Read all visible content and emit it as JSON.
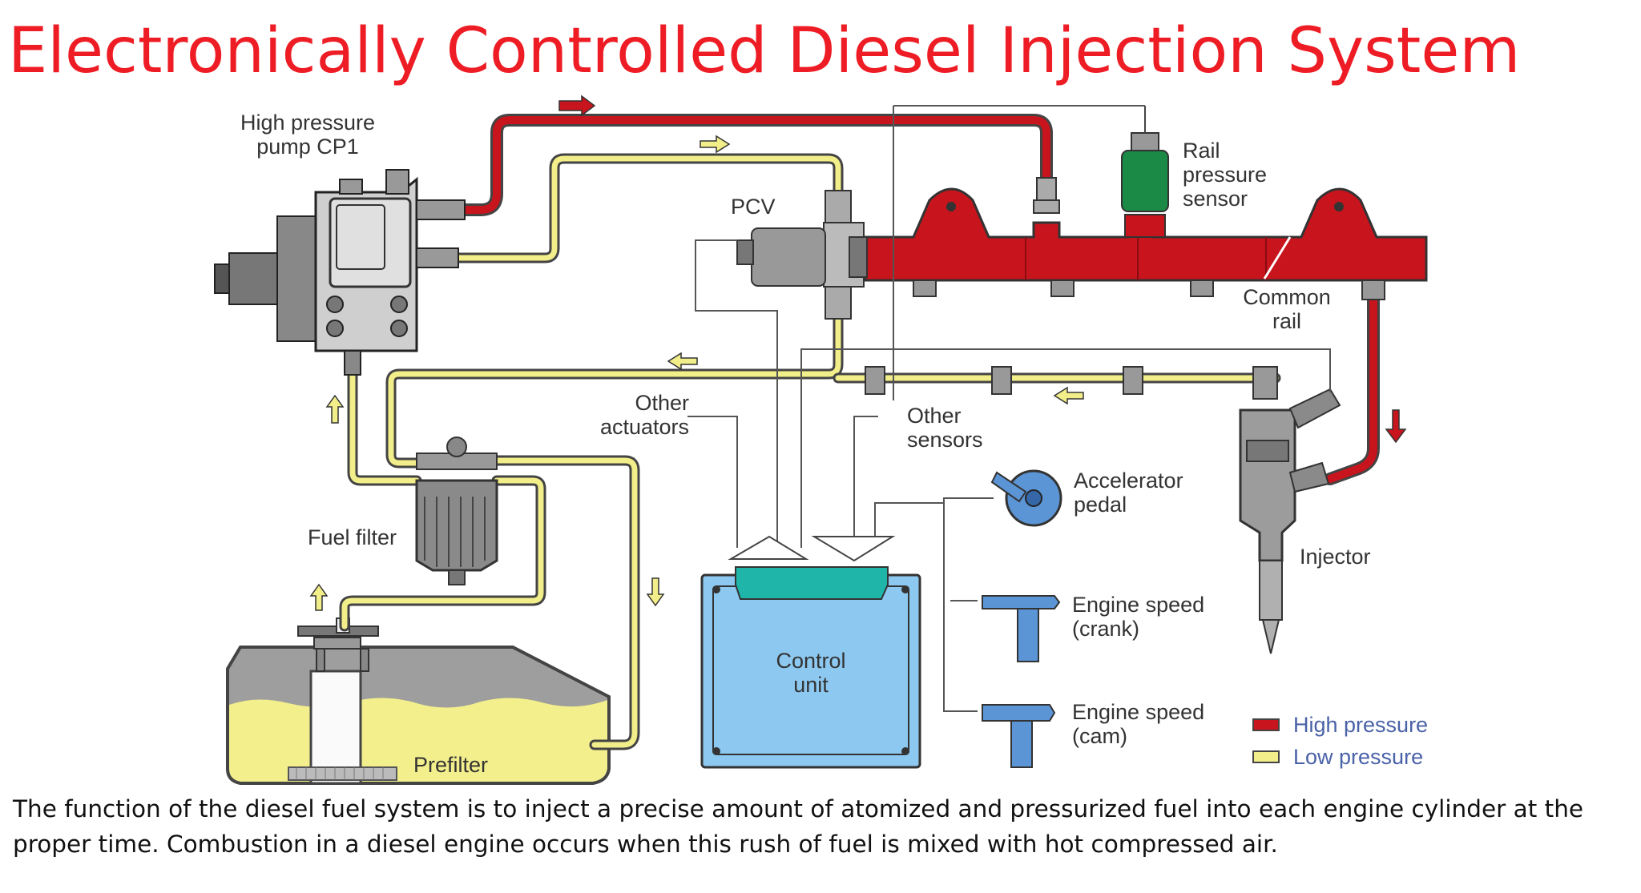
{
  "title": "Electronically Controlled Diesel Injection System",
  "labels": {
    "pump_line1": "High pressure",
    "pump_line2": "pump CP1",
    "pcv": "PCV",
    "rail_sensor_line1": "Rail",
    "rail_sensor_line2": "pressure",
    "rail_sensor_line3": "sensor",
    "common_rail_line1": "Common",
    "common_rail_line2": "rail",
    "other_actuators_line1": "Other",
    "other_actuators_line2": "actuators",
    "other_sensors_line1": "Other",
    "other_sensors_line2": "sensors",
    "accelerator_line1": "Accelerator",
    "accelerator_line2": "pedal",
    "injector": "Injector",
    "fuel_filter": "Fuel filter",
    "prefilter": "Prefilter",
    "control_unit_line1": "Control",
    "control_unit_line2": "unit",
    "crank_line1": "Engine speed",
    "crank_line2": "(crank)",
    "cam_line1": "Engine speed",
    "cam_line2": "(cam)"
  },
  "legend": [
    {
      "label": "High pressure",
      "color": "#c8141c"
    },
    {
      "label": "Low pressure",
      "color": "#f2ee8a"
    }
  ],
  "colors": {
    "title": "#ee1c24",
    "high_pressure": "#c8141c",
    "low_pressure": "#f2ee8a",
    "control_unit": "#8cc8f0",
    "control_unit_connector": "#1fb5a8",
    "rail_sensor": "#1a8a46"
  },
  "caption": "The function of the diesel fuel system is to inject a precise amount of atomized and pressurized fuel into each engine cylinder at the proper time. Combustion in a diesel engine occurs when this rush of fuel is mixed with hot compressed air."
}
